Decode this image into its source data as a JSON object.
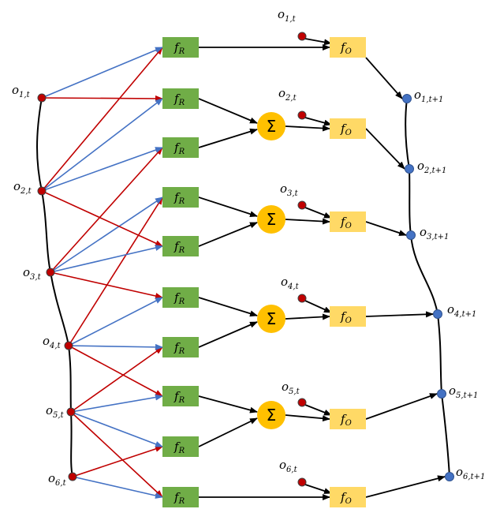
{
  "diagram": {
    "relation_fn": {
      "main": "f",
      "sub": "R"
    },
    "object_fn": {
      "main": "f",
      "sub": "O"
    },
    "sum_symbol": "Σ",
    "left_nodes": [
      {
        "main": "o",
        "sub": "1,t"
      },
      {
        "main": "o",
        "sub": "2,t"
      },
      {
        "main": "o",
        "sub": "3,t"
      },
      {
        "main": "o",
        "sub": "4,t"
      },
      {
        "main": "o",
        "sub": "5,t"
      },
      {
        "main": "o",
        "sub": "6,t"
      }
    ],
    "input_nodes": [
      {
        "main": "o",
        "sub": "1,t"
      },
      {
        "main": "o",
        "sub": "2,t"
      },
      {
        "main": "o",
        "sub": "3,t"
      },
      {
        "main": "o",
        "sub": "4,t"
      },
      {
        "main": "o",
        "sub": "5,t"
      },
      {
        "main": "o",
        "sub": "6,t"
      }
    ],
    "output_nodes": [
      {
        "main": "o",
        "sub": "1,t+1"
      },
      {
        "main": "o",
        "sub": "2,t+1"
      },
      {
        "main": "o",
        "sub": "3,t+1"
      },
      {
        "main": "o",
        "sub": "4,t+1"
      },
      {
        "main": "o",
        "sub": "5,t+1"
      },
      {
        "main": "o",
        "sub": "6,t+1"
      }
    ],
    "colors": {
      "relation_box": "#70AD47",
      "object_box": "#FFD966",
      "sum_circle": "#FFC000",
      "red_node": "#C00000",
      "blue_node": "#4472C4",
      "red_edge": "#C00000",
      "blue_edge": "#4472C4",
      "black_edge": "#000000"
    }
  }
}
